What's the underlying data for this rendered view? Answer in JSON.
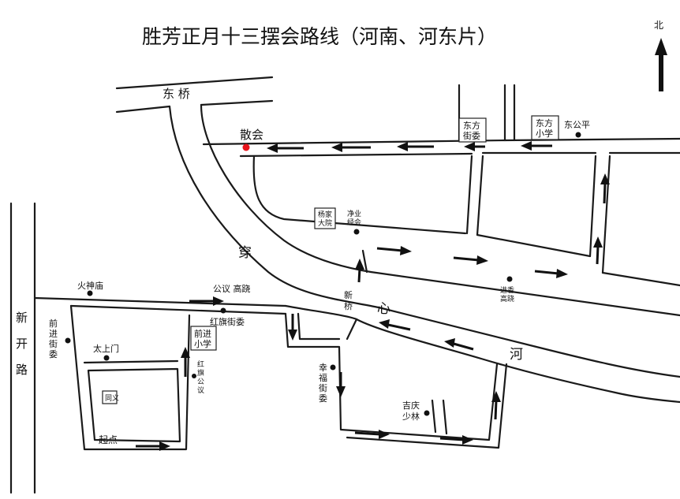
{
  "title": "胜芳正月十三摆会路线（河南、河东片）",
  "compass": {
    "label": "北"
  },
  "colors": {
    "end_point": "#e8141b",
    "ink": "#111111"
  },
  "roads": {
    "east_bridge": "东 桥",
    "xinkai_road": [
      "新",
      "开",
      "路"
    ],
    "chuan": "穿",
    "xin": "心",
    "he": "河",
    "xin_qiao": [
      "新",
      "桥"
    ]
  },
  "places": {
    "end_point": "散会",
    "start_point": "起点",
    "huoshenmiao": "火神庙",
    "gongyi_gaoqiao_top": "公议 高跷",
    "hongqi_jiewei": "红旗街委",
    "taishangmen": "太上门",
    "qianjin_jiewei": [
      "前",
      "进",
      "街",
      "委"
    ],
    "hongqi_gongyi": [
      "红",
      "旗",
      "公",
      "议"
    ],
    "xingfu_jiewei": [
      "幸",
      "福",
      "街",
      "委"
    ],
    "jiqing_shaolin": [
      "吉庆",
      "少林"
    ],
    "jinxiang_gaoqiao": [
      "进香",
      "高跷"
    ],
    "jingye_jinghui": [
      "净业",
      "经会"
    ],
    "donggongping": "东公平"
  },
  "boxes": {
    "yangjia_dayuan": [
      "杨家",
      "大院"
    ],
    "dongfang_jiewei": [
      "东方",
      "街委"
    ],
    "dongfang_xiaoxue": [
      "东方",
      "小学"
    ],
    "qianjin_xiaoxue": [
      "前进",
      "小学"
    ],
    "tongyi": "同义"
  }
}
